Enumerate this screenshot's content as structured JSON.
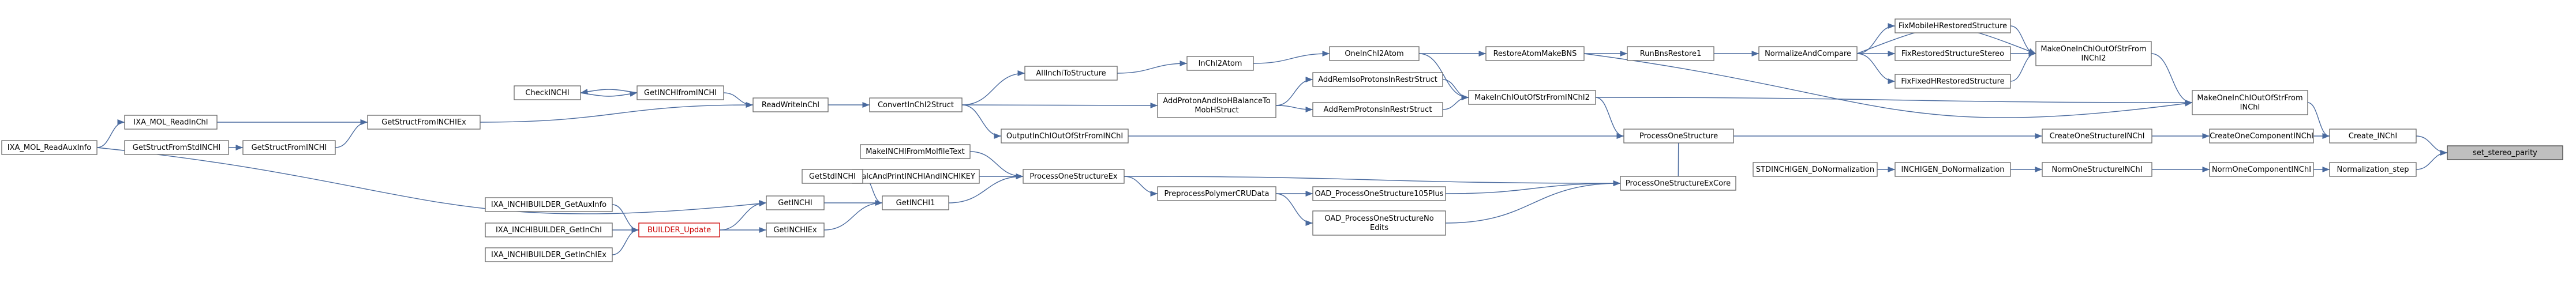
{
  "graph": {
    "nodes": {
      "set_stereo_parity": {
        "lines": [
          "set_stereo_parity"
        ],
        "style": "highlight"
      },
      "Create_INChI": {
        "lines": [
          "Create_INChI"
        ]
      },
      "Normalization_step": {
        "lines": [
          "Normalization_step"
        ]
      },
      "CreateOneComponentINChI": {
        "lines": [
          "CreateOneComponentINChI"
        ]
      },
      "NormOneComponentINChI": {
        "lines": [
          "NormOneComponentINChI"
        ]
      },
      "MakeOneInChIOutOfStrFromINChI": {
        "lines": [
          "MakeOneInChIOutOfStrFrom",
          "INChI"
        ]
      },
      "CreateOneStructureINChI": {
        "lines": [
          "CreateOneStructureINChI"
        ]
      },
      "NormOneStructureINChI": {
        "lines": [
          "NormOneStructureINChI"
        ]
      },
      "MakeOneInChIOutOfStrFromINChI2": {
        "lines": [
          "MakeOneInChIOutOfStrFrom",
          "INChI2"
        ]
      },
      "ProcessOneStructure": {
        "lines": [
          "ProcessOneStructure"
        ]
      },
      "INCHIGEN_DoNormalization": {
        "lines": [
          "INCHIGEN_DoNormalization"
        ]
      },
      "FixMobileHRestoredStructure": {
        "lines": [
          "FixMobileHRestoredStructure"
        ]
      },
      "FixRestoredStructureStereo": {
        "lines": [
          "FixRestoredStructureStereo"
        ]
      },
      "FixFixedHRestoredStructure": {
        "lines": [
          "FixFixedHRestoredStructure"
        ]
      },
      "ProcessOneStructureExCore": {
        "lines": [
          "ProcessOneStructureExCore"
        ]
      },
      "STDINCHIGEN_DoNormalization": {
        "lines": [
          "STDINCHIGEN_DoNormalization"
        ]
      },
      "NormalizeAndCompare": {
        "lines": [
          "NormalizeAndCompare"
        ]
      },
      "MakeInChIOutOfStrFromINChI2": {
        "lines": [
          "MakeInChIOutOfStrFromINChI2"
        ]
      },
      "OAD_ProcessOneStructure105Plus": {
        "lines": [
          "OAD_ProcessOneStructure105Plus"
        ]
      },
      "OAD_ProcessOneStructureNoEdits": {
        "lines": [
          "OAD_ProcessOneStructureNo",
          "Edits"
        ]
      },
      "RunBnsRestore1": {
        "lines": [
          "RunBnsRestore1"
        ]
      },
      "RestoreAtomMakeBNS": {
        "lines": [
          "RestoreAtomMakeBNS"
        ]
      },
      "AddRemIsoProtonsInRestrStruct": {
        "lines": [
          "AddRemIsoProtonsInRestrStruct"
        ]
      },
      "AddRemProtonsInRestrStruct": {
        "lines": [
          "AddRemProtonsInRestrStruct"
        ]
      },
      "PreprocessPolymerCRUData": {
        "lines": [
          "PreprocessPolymerCRUData"
        ]
      },
      "OneInChI2Atom": {
        "lines": [
          "OneInChI2Atom"
        ]
      },
      "AddProtonAndIsoHBalanceToMobHStruct": {
        "lines": [
          "AddProtonAndIsoHBalanceTo",
          "MobHStruct"
        ]
      },
      "ProcessOneStructureEx": {
        "lines": [
          "ProcessOneStructureEx"
        ]
      },
      "InChI2Atom": {
        "lines": [
          "InChI2Atom"
        ]
      },
      "AllInchiToStructure": {
        "lines": [
          "AllInchiToStructure"
        ]
      },
      "ConvertInChI2Struct": {
        "lines": [
          "ConvertInChI2Struct"
        ]
      },
      "OutputInChIOutOfStrFromINChI": {
        "lines": [
          "OutputInChIOutOfStrFromINChI"
        ]
      },
      "MakeINCHIFromMolfileText": {
        "lines": [
          "MakeINCHIFromMolfileText"
        ]
      },
      "CalcAndPrintINCHIAndINCHIKEY": {
        "lines": [
          "CalcAndPrintINCHIAndINCHIKEY"
        ]
      },
      "GetINCHI1": {
        "lines": [
          "GetINCHI1"
        ]
      },
      "ReadWriteInChI": {
        "lines": [
          "ReadWriteInChI"
        ]
      },
      "GetStdINCHI": {
        "lines": [
          "GetStdINCHI"
        ]
      },
      "GetINCHI": {
        "lines": [
          "GetINCHI"
        ]
      },
      "GetINCHIEx": {
        "lines": [
          "GetINCHIEx"
        ]
      },
      "GetINCHIfromINCHI": {
        "lines": [
          "GetINCHIfromINCHI"
        ]
      },
      "GetStructFromINCHIEx": {
        "lines": [
          "GetStructFromINCHIEx"
        ]
      },
      "BUILDER_Update": {
        "lines": [
          "BUILDER_Update"
        ],
        "style": "red"
      },
      "CheckINCHI": {
        "lines": [
          "CheckINCHI"
        ]
      },
      "GetStructFromINCHI": {
        "lines": [
          "GetStructFromINCHI"
        ]
      },
      "IXA_INCHIBUILDER_GetAuxInfo": {
        "lines": [
          "IXA_INCHIBUILDER_GetAuxInfo"
        ]
      },
      "IXA_INCHIBUILDER_GetInChI": {
        "lines": [
          "IXA_INCHIBUILDER_GetInChI"
        ]
      },
      "IXA_INCHIBUILDER_GetInChIEx": {
        "lines": [
          "IXA_INCHIBUILDER_GetInChIEx"
        ]
      },
      "IXA_MOL_ReadInChI": {
        "lines": [
          "IXA_MOL_ReadInChI"
        ]
      },
      "GetStructFromStdINCHI": {
        "lines": [
          "GetStructFromStdINCHI"
        ]
      },
      "IXA_MOL_ReadAuxInfo": {
        "lines": [
          "IXA_MOL_ReadAuxInfo"
        ]
      }
    },
    "edges": [
      [
        "Create_INChI",
        "set_stereo_parity"
      ],
      [
        "Normalization_step",
        "set_stereo_parity"
      ],
      [
        "CreateOneComponentINChI",
        "Create_INChI"
      ],
      [
        "MakeOneInChIOutOfStrFromINChI",
        "Create_INChI"
      ],
      [
        "NormOneComponentINChI",
        "Normalization_step"
      ],
      [
        "CreateOneStructureINChI",
        "CreateOneComponentINChI"
      ],
      [
        "NormOneStructureINChI",
        "NormOneComponentINChI"
      ],
      [
        "MakeOneInChIOutOfStrFromINChI2",
        "MakeOneInChIOutOfStrFromINChI"
      ],
      [
        "MakeInChIOutOfStrFromINChI2",
        "MakeOneInChIOutOfStrFromINChI"
      ],
      [
        "ProcessOneStructure",
        "CreateOneStructureINChI"
      ],
      [
        "INCHIGEN_DoNormalization",
        "NormOneStructureINChI"
      ],
      [
        "FixMobileHRestoredStructure",
        "MakeOneInChIOutOfStrFromINChI2"
      ],
      [
        "FixRestoredStructureStereo",
        "MakeOneInChIOutOfStrFromINChI2"
      ],
      [
        "FixFixedHRestoredStructure",
        "MakeOneInChIOutOfStrFromINChI2"
      ],
      [
        "NormalizeAndCompare",
        "MakeOneInChIOutOfStrFromINChI2"
      ],
      [
        "ProcessOneStructureExCore",
        "ProcessOneStructure"
      ],
      [
        "MakeInChIOutOfStrFromINChI2",
        "ProcessOneStructure"
      ],
      [
        "STDINCHIGEN_DoNormalization",
        "INCHIGEN_DoNormalization"
      ],
      [
        "NormalizeAndCompare",
        "FixMobileHRestoredStructure"
      ],
      [
        "NormalizeAndCompare",
        "FixRestoredStructureStereo"
      ],
      [
        "NormalizeAndCompare",
        "FixFixedHRestoredStructure"
      ],
      [
        "OAD_ProcessOneStructure105Plus",
        "ProcessOneStructureExCore"
      ],
      [
        "OAD_ProcessOneStructureNoEdits",
        "ProcessOneStructureExCore"
      ],
      [
        "ProcessOneStructureEx",
        "ProcessOneStructureExCore"
      ],
      [
        "RunBnsRestore1",
        "NormalizeAndCompare"
      ],
      [
        "AddRemIsoProtonsInRestrStruct",
        "MakeInChIOutOfStrFromINChI2"
      ],
      [
        "AddRemProtonsInRestrStruct",
        "MakeInChIOutOfStrFromINChI2"
      ],
      [
        "OneInChI2Atom",
        "MakeInChIOutOfStrFromINChI2"
      ],
      [
        "PreprocessPolymerCRUData",
        "OAD_ProcessOneStructure105Plus"
      ],
      [
        "PreprocessPolymerCRUData",
        "OAD_ProcessOneStructureNoEdits"
      ],
      [
        "RestoreAtomMakeBNS",
        "RunBnsRestore1"
      ],
      [
        "RestoreAtomMakeBNS",
        "MakeOneInChIOutOfStrFromINChI"
      ],
      [
        "AddProtonAndIsoHBalanceToMobHStruct",
        "AddRemIsoProtonsInRestrStruct"
      ],
      [
        "AddProtonAndIsoHBalanceToMobHStruct",
        "AddRemProtonsInRestrStruct"
      ],
      [
        "ProcessOneStructureEx",
        "PreprocessPolymerCRUData"
      ],
      [
        "OneInChI2Atom",
        "RestoreAtomMakeBNS"
      ],
      [
        "InChI2Atom",
        "OneInChI2Atom"
      ],
      [
        "ConvertInChI2Struct",
        "AddProtonAndIsoHBalanceToMobHStruct"
      ],
      [
        "MakeINCHIFromMolfileText",
        "ProcessOneStructureEx"
      ],
      [
        "CalcAndPrintINCHIAndINCHIKEY",
        "ProcessOneStructureEx"
      ],
      [
        "GetINCHI1",
        "ProcessOneStructureEx"
      ],
      [
        "AllInchiToStructure",
        "InChI2Atom"
      ],
      [
        "ConvertInChI2Struct",
        "AllInchiToStructure"
      ],
      [
        "ConvertInChI2Struct",
        "OutputInChIOutOfStrFromINChI"
      ],
      [
        "OutputInChIOutOfStrFromINChI",
        "ProcessOneStructure"
      ],
      [
        "ReadWriteInChI",
        "ConvertInChI2Struct"
      ],
      [
        "GetStdINCHI",
        "GetINCHI1"
      ],
      [
        "GetINCHI",
        "GetINCHI1"
      ],
      [
        "GetINCHIEx",
        "GetINCHI1"
      ],
      [
        "GetINCHIfromINCHI",
        "ReadWriteInChI"
      ],
      [
        "GetStructFromINCHIEx",
        "ReadWriteInChI"
      ],
      [
        "BUILDER_Update",
        "GetINCHI"
      ],
      [
        "BUILDER_Update",
        "GetINCHIEx"
      ],
      [
        "CheckINCHI",
        "GetINCHIfromINCHI"
      ],
      [
        "GetINCHIfromINCHI",
        "CheckINCHI"
      ],
      [
        "IXA_MOL_ReadInChI",
        "GetStructFromINCHIEx"
      ],
      [
        "GetStructFromINCHI",
        "GetStructFromINCHIEx"
      ],
      [
        "IXA_INCHIBUILDER_GetAuxInfo",
        "BUILDER_Update"
      ],
      [
        "IXA_INCHIBUILDER_GetInChI",
        "BUILDER_Update"
      ],
      [
        "IXA_INCHIBUILDER_GetInChIEx",
        "BUILDER_Update"
      ],
      [
        "GetStructFromStdINCHI",
        "GetStructFromINCHI"
      ],
      [
        "IXA_MOL_ReadAuxInfo",
        "IXA_MOL_ReadInChI"
      ],
      [
        "IXA_MOL_ReadAuxInfo",
        "GetINCHI"
      ]
    ]
  }
}
